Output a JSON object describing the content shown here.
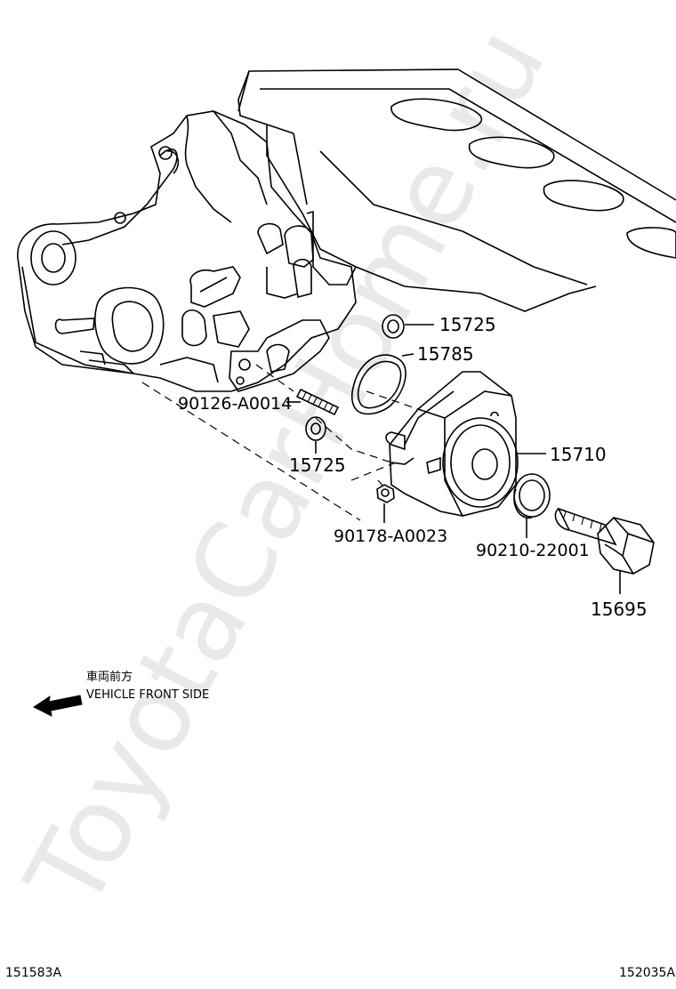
{
  "watermark": "ToyotaCarHome.ru",
  "parts": {
    "p15725_top": "15725",
    "p15785": "15785",
    "p90126": "90126-A0014",
    "p15710": "15710",
    "p15725_bottom": "15725",
    "p90178": "90178-A0023",
    "p90210": "90210-22001",
    "p15695": "15695"
  },
  "front_note": {
    "japanese": "車両前方",
    "english": "VEHICLE FRONT SIDE"
  },
  "codes": {
    "left": "151583A",
    "right": "152035A"
  }
}
